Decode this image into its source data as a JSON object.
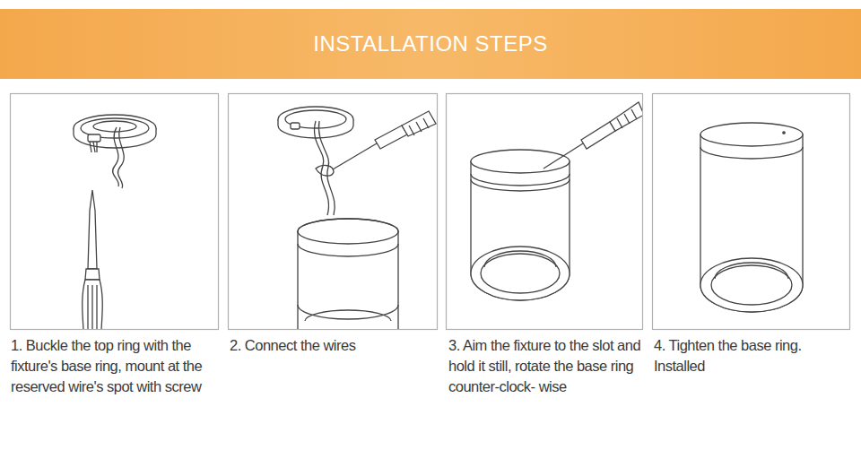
{
  "diagram": {
    "title": "INSTALLATION STEPS",
    "labels": [
      "1. Buckle the top ring with the fixture's base ring, mount at the reserved wire's spot with screw",
      "2. Connect the wires",
      "3. Aim the fixture to the slot and hold it still, rotate the base ring counter-clock- wise",
      "4. Tighten the base ring. Installed"
    ]
  }
}
